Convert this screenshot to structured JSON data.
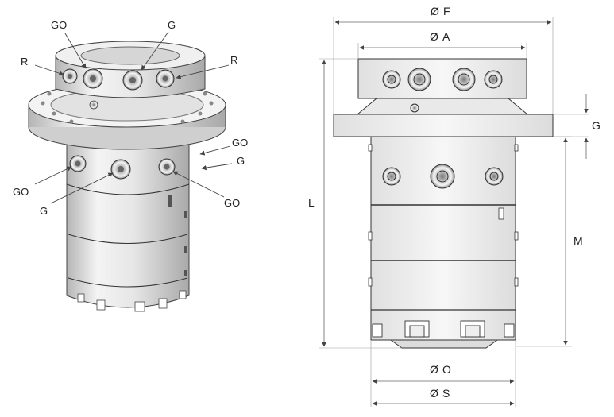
{
  "iso_labels": {
    "go_top_left": "GO",
    "g_top_right": "G",
    "r_left": "R",
    "r_right": "R",
    "go_right_upper": "GO",
    "g_right_mid": "G",
    "go_left_lower": "GO",
    "g_lower": "G",
    "go_right_lower": "GO"
  },
  "dimensions": {
    "F": "F",
    "A": "A",
    "G": "G",
    "L": "L",
    "M": "M",
    "O": "O",
    "S": "S"
  },
  "diameter_symbol": "Ø",
  "colors": {
    "body_light": "#f2f2f2",
    "body_mid": "#d9d9d9",
    "body_dark": "#9a9a9a",
    "line": "#333333"
  }
}
